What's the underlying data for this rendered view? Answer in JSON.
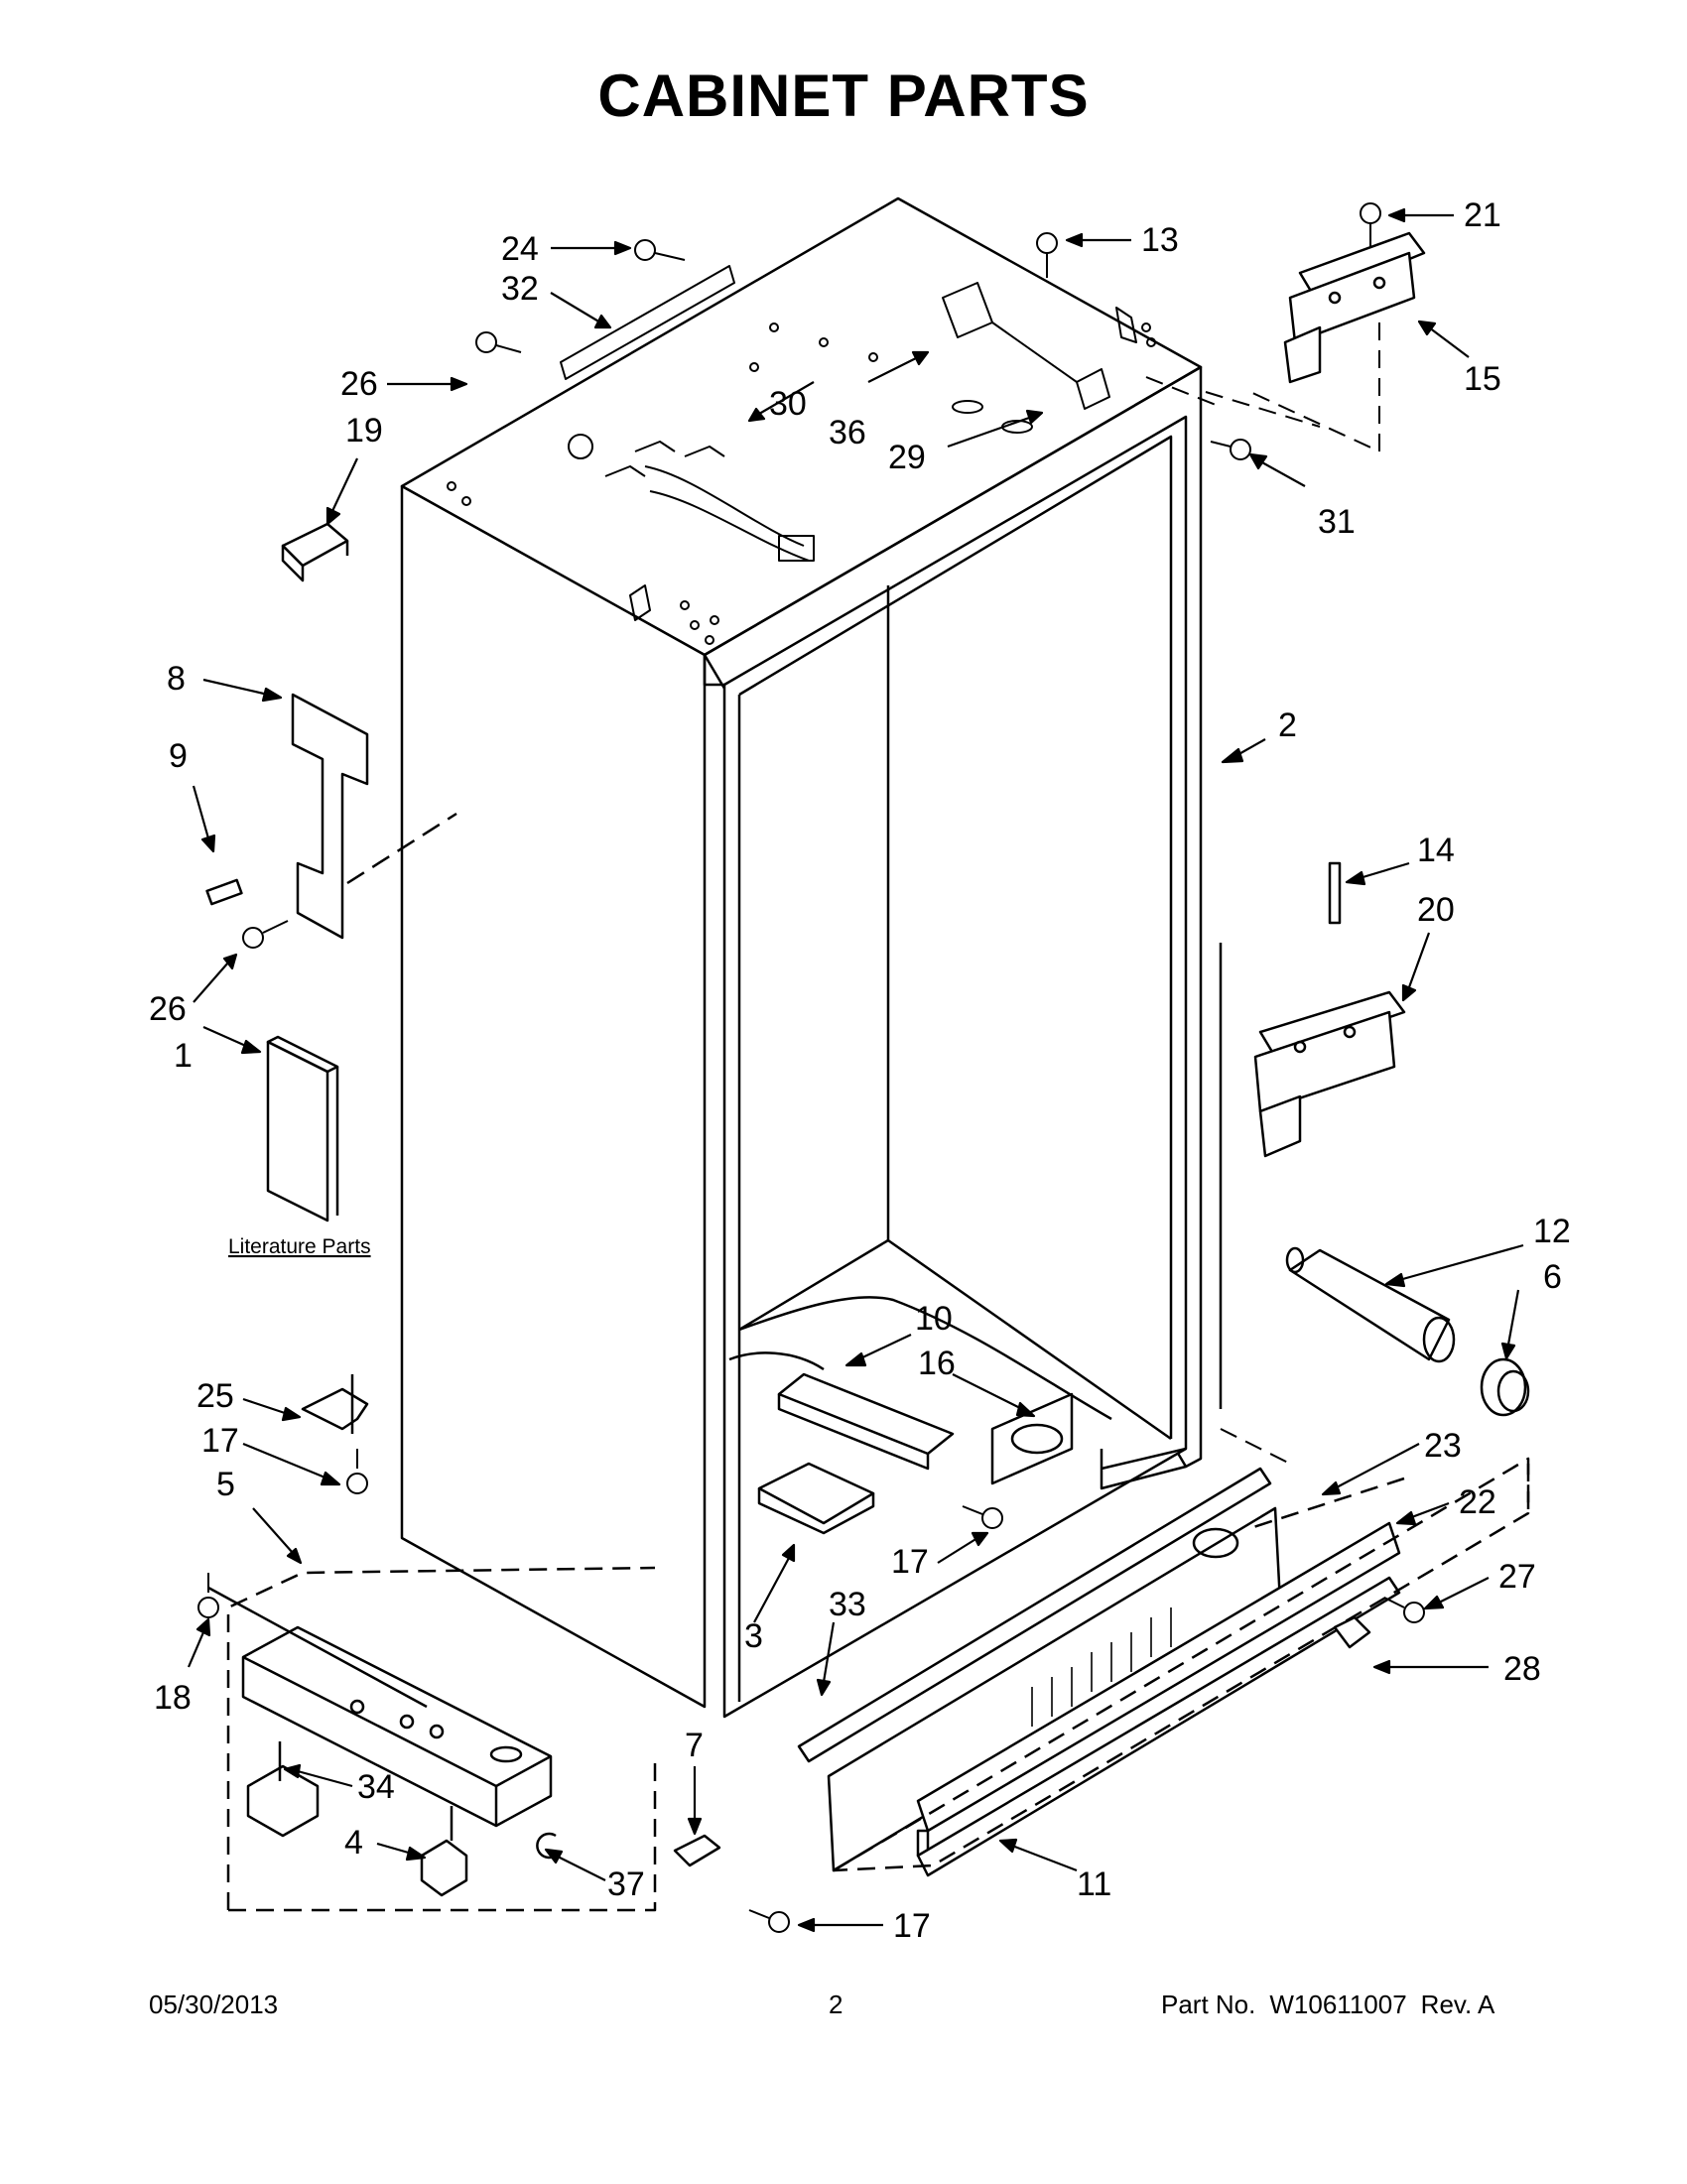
{
  "title": "CABINET PARTS",
  "literature_label": "Literature Parts",
  "callouts": [
    "24",
    "32",
    "26",
    "19",
    "13",
    "30",
    "36",
    "29",
    "21",
    "15",
    "31",
    "8",
    "9",
    "26",
    "2",
    "14",
    "20",
    "1",
    "12",
    "6",
    "10",
    "16",
    "25",
    "17",
    "5",
    "23",
    "22",
    "27",
    "17",
    "3",
    "33",
    "28",
    "18",
    "7",
    "34",
    "4",
    "37",
    "11",
    "17"
  ],
  "footer": {
    "date": "05/30/2013",
    "page": "2",
    "part_label": "Part No.",
    "part_number": "W10611007",
    "revision": "Rev. A"
  }
}
